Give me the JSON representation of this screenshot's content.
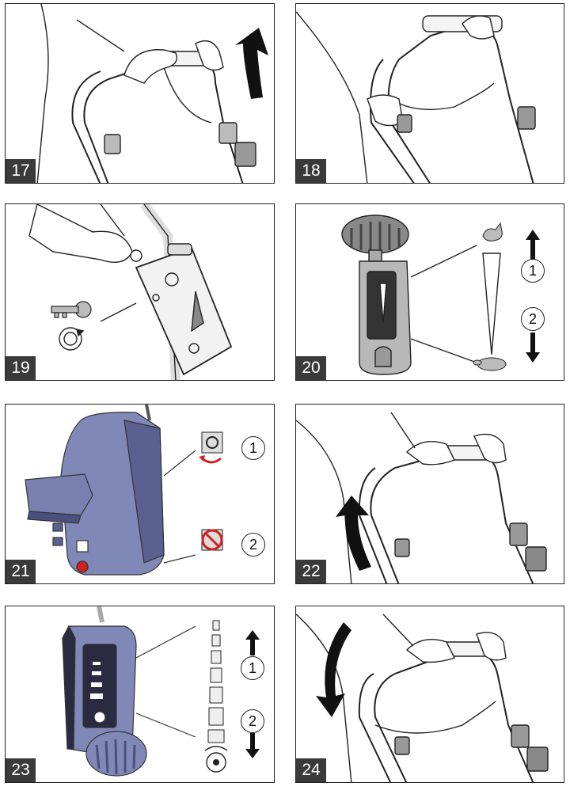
{
  "figures": [
    {
      "number": "17",
      "steps": []
    },
    {
      "number": "18",
      "steps": []
    },
    {
      "number": "19",
      "steps": []
    },
    {
      "number": "20",
      "steps": [
        "1",
        "2"
      ]
    },
    {
      "number": "21",
      "steps": [
        "1",
        "2"
      ]
    },
    {
      "number": "22",
      "steps": []
    },
    {
      "number": "23",
      "steps": [
        "1",
        "2"
      ]
    },
    {
      "number": "24",
      "steps": []
    }
  ],
  "colors": {
    "line": "#222222",
    "device_blue": "#8088b8",
    "device_blue_dark": "#5a6090",
    "warning_red": "#d42020",
    "arrow_black": "#111111"
  }
}
